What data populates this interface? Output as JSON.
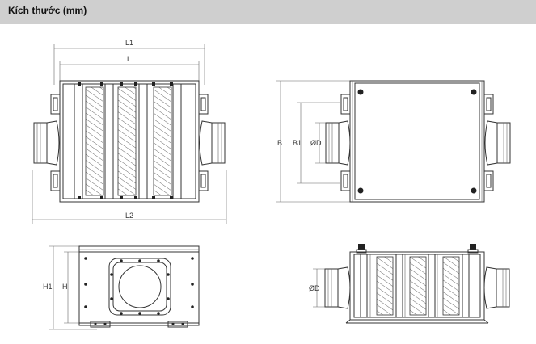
{
  "header": {
    "title": "Kích thước (mm)"
  },
  "dimensions": {
    "L1": "L1",
    "L": "L",
    "L2": "L2",
    "B": "B",
    "B1": "B1",
    "OD_front": "ØD",
    "H1": "H1",
    "H": "H",
    "OD_side": "ØD"
  }
}
